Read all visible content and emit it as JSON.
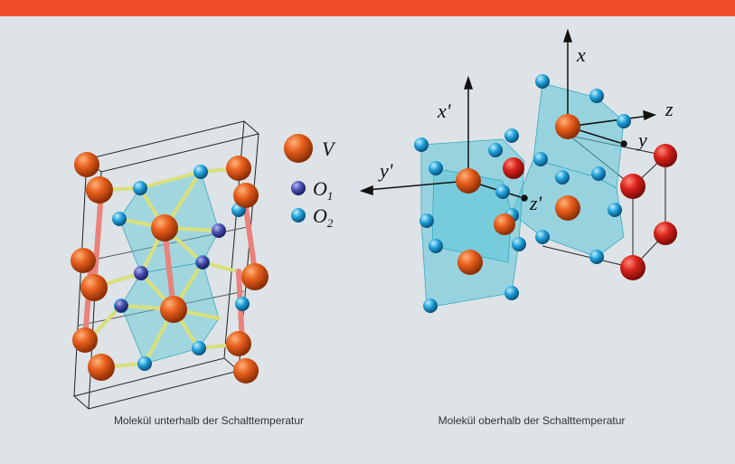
{
  "colors": {
    "top_bar": "#f04e2b",
    "background": "#dde3e6",
    "vanadium": "#e0561b",
    "vanadium_red": "#d9231c",
    "oxygen_1": "#4a4fb0",
    "oxygen_2": "#1e9fd9",
    "polyhedron": "#5cc6d8",
    "bond": "#d8e07a",
    "v_bond": "#e9827a"
  },
  "legend": {
    "v": "V",
    "o1": "O",
    "o1_sub": "1",
    "o2": "O",
    "o2_sub": "2"
  },
  "axes_right": {
    "x": "x",
    "y": "y",
    "z": "z",
    "x_prime": "x'",
    "y_prime": "y'",
    "z_prime": "z'"
  },
  "captions": {
    "left": "Molekül unterhalb der Schalttemperatur",
    "right": "Molekül oberhalb der Schalttemperatur"
  }
}
